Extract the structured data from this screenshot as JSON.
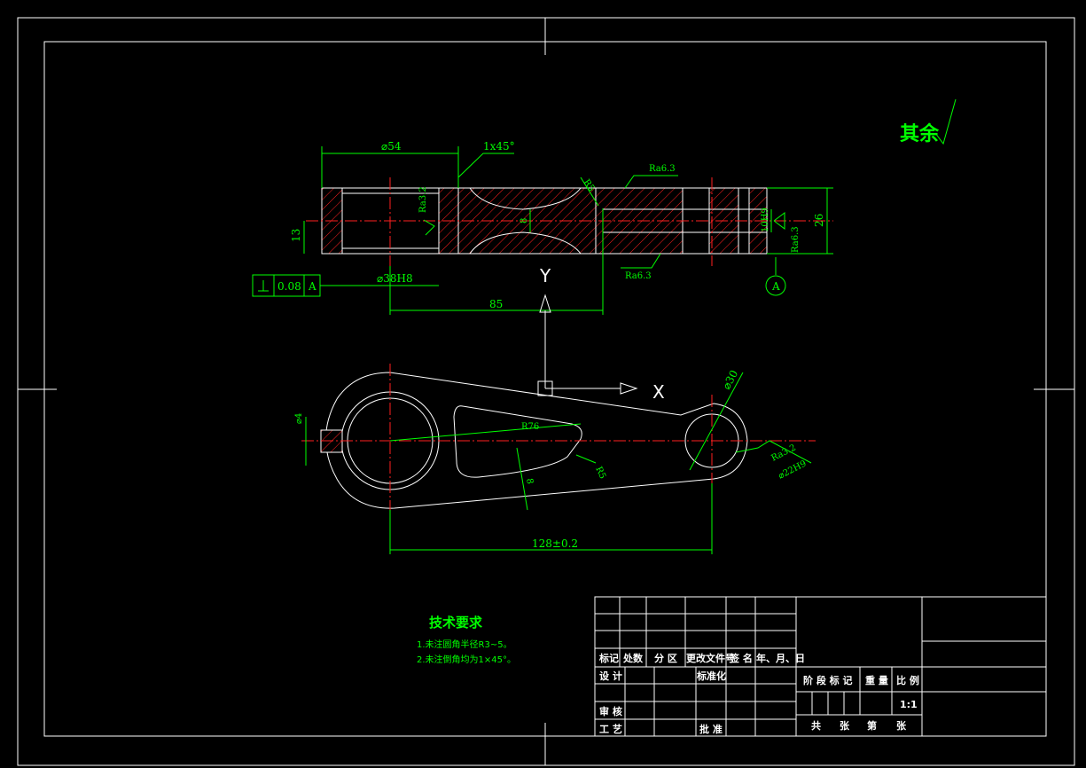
{
  "roughness": {
    "label": "其余"
  },
  "dimensions": {
    "d54": "⌀54",
    "chamfer": "1x45°",
    "ra_surface_top": "Ra6.3",
    "ra_bore": "Ra3.2",
    "r5": "R5",
    "web_8": "8",
    "d10h9": "10H9",
    "ra_right": "Ra6.3",
    "h26": "26",
    "h13": "13",
    "flatness": "0.08",
    "datum": "A",
    "bore_tol": "⌀38H8",
    "ra_bottom": "Ra6.3",
    "len85": "85",
    "axis_y": "Y",
    "axis_x": "X",
    "d30": "⌀30",
    "d4": "⌀4",
    "r76": "R76",
    "r5b": "R5",
    "ra_small": "Ra3.2",
    "small_bore": "⌀22H9",
    "rib8": "8",
    "center_dist": "128±0.2"
  },
  "notes": {
    "title": "技术要求",
    "items": [
      "1.未注圆角半径R3~5。",
      "2.未注倒角均为1×45°。"
    ]
  },
  "title_block": {
    "header": [
      "标记",
      "处数",
      "分 区",
      "更改文件号",
      "签 名",
      "年、月、日"
    ],
    "rows": [
      "设 计",
      "审 核",
      "工 艺"
    ],
    "standardize": "标准化",
    "approve": "批 准",
    "stage_mark": "阶 段 标 记",
    "weight": "重 量",
    "scale_label": "比 例",
    "scale_value": "1:1",
    "sheets": [
      "共",
      "张",
      "第",
      "张"
    ]
  }
}
